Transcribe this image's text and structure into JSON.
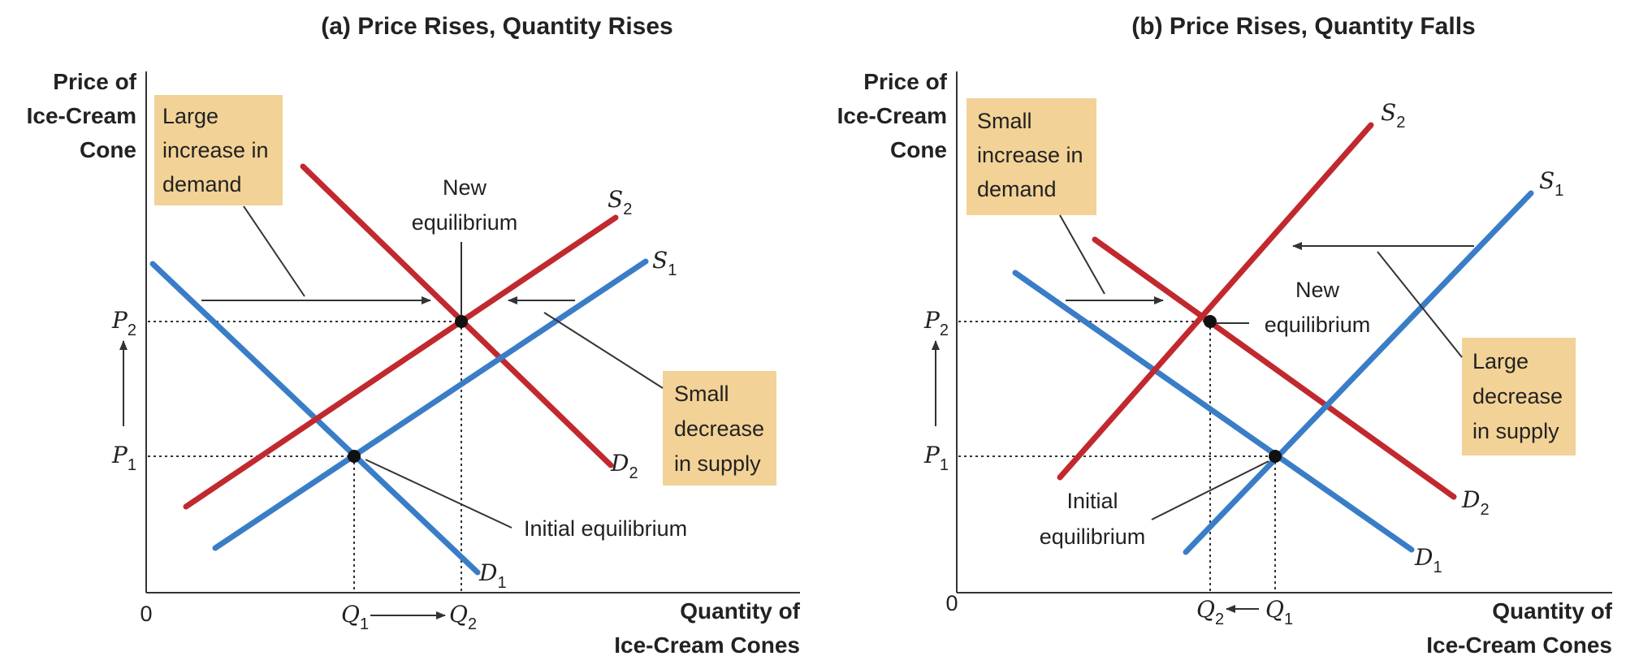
{
  "colors": {
    "demand": "#3a7dc7",
    "supply": "#c1292e",
    "callout_bg": "#f2d296",
    "axis": "#333333"
  },
  "panels": [
    {
      "title": "(a) Price Rises, Quantity Rises",
      "y_axis_title": [
        "Price of",
        "Ice-Cream",
        "Cone"
      ],
      "x_axis_title": [
        "Quantity of",
        "Ice-Cream Cones"
      ],
      "origin_label": "0",
      "price_labels": {
        "p2": {
          "main": "P",
          "sub": "2"
        },
        "p1": {
          "main": "P",
          "sub": "1"
        }
      },
      "quantity_labels": [
        {
          "main": "Q",
          "sub": "1"
        },
        {
          "main": "Q",
          "sub": "2"
        }
      ],
      "curve_labels": {
        "s2": {
          "main": "S",
          "sub": "2"
        },
        "s1": {
          "main": "S",
          "sub": "1"
        },
        "d2": {
          "main": "D",
          "sub": "2"
        },
        "d1": {
          "main": "D",
          "sub": "1"
        }
      },
      "callouts": {
        "demand": [
          "Large",
          "increase in",
          "demand"
        ],
        "supply": [
          "Small",
          "decrease",
          "in supply"
        ]
      },
      "annotations": {
        "new_eq": [
          "New",
          "equilibrium"
        ],
        "initial_eq": [
          "Initial equilibrium"
        ]
      }
    },
    {
      "title": "(b) Price Rises, Quantity Falls",
      "y_axis_title": [
        "Price of",
        "Ice-Cream",
        "Cone"
      ],
      "x_axis_title": [
        "Quantity of",
        "Ice-Cream Cones"
      ],
      "origin_label": "0",
      "price_labels": {
        "p2": {
          "main": "P",
          "sub": "2"
        },
        "p1": {
          "main": "P",
          "sub": "1"
        }
      },
      "quantity_labels": [
        {
          "main": "Q",
          "sub": "2"
        },
        {
          "main": "Q",
          "sub": "1"
        }
      ],
      "curve_labels": {
        "s2": {
          "main": "S",
          "sub": "2"
        },
        "s1": {
          "main": "S",
          "sub": "1"
        },
        "d2": {
          "main": "D",
          "sub": "2"
        },
        "d1": {
          "main": "D",
          "sub": "1"
        }
      },
      "callouts": {
        "demand": [
          "Small",
          "increase in",
          "demand"
        ],
        "supply": [
          "Large",
          "decrease",
          "in supply"
        ]
      },
      "annotations": {
        "new_eq": [
          "New",
          "equilibrium"
        ],
        "initial_eq": [
          "Initial",
          "equilibrium"
        ]
      }
    }
  ]
}
